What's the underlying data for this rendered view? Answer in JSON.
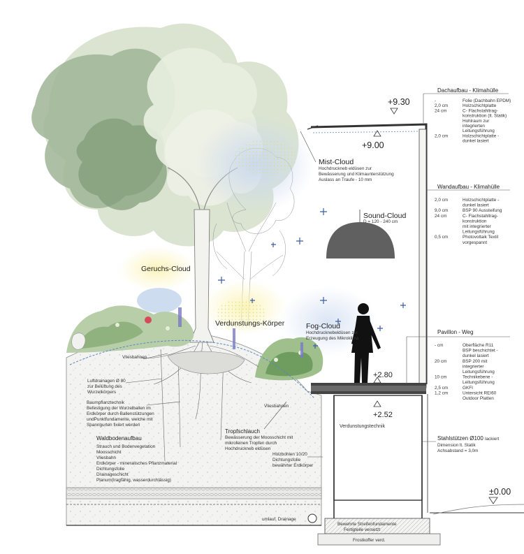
{
  "levels": {
    "roof_top": "+9.30",
    "roof_inner": "+9.00",
    "floor_top": "+2.80",
    "floor_under": "+2.52",
    "ground": "±0.00"
  },
  "clouds": {
    "mist": {
      "title": "Mist-Cloud",
      "lines": [
        "Hochdruckneb eldüsen zur",
        "Bewässerung und Klimaunterstützung",
        "Auslass an Traufe - 10 mm"
      ]
    },
    "sound": {
      "title": "Sound-Cloud",
      "sub": "D = 120 - 240 cm"
    },
    "geruch": {
      "title": "Geruchs-Cloud"
    },
    "verdunstung": {
      "title": "Verdunstungs-Körper"
    },
    "fog": {
      "title": "Fog-Cloud",
      "lines": [
        "Hochdrucknebeldüsen zur",
        "Erzeugung des Mikroklima"
      ]
    }
  },
  "roof": {
    "title": "Dachaufbau - Klimahülle",
    "rows": [
      {
        "size": "-",
        "text": "Folie (Dachbahn EPDM)"
      },
      {
        "size": "2,0  cm",
        "text": "Holzschichtplatte"
      },
      {
        "size": "24  cm",
        "text": "C- Flachstahltrag-"
      },
      {
        "size": "",
        "text": "konstruktion (lt. Statik)"
      },
      {
        "size": "",
        "text": "Hohlraum zur"
      },
      {
        "size": "",
        "text": "integrierten"
      },
      {
        "size": "",
        "text": "Leitungsführung"
      },
      {
        "size": "2,0  cm",
        "text": "Holzschichtplatte -"
      },
      {
        "size": "",
        "text": "dunkel lasiert"
      }
    ]
  },
  "wall": {
    "title": "Wandaufbau - Klimahülle",
    "rows": [
      {
        "size": "2,0  cm",
        "text": "Holzschichtplatte -"
      },
      {
        "size": "",
        "text": "dunkel lasiert"
      },
      {
        "size": "9,0  cm",
        "text": "BSP 90 Aussteifung"
      },
      {
        "size": "24  cm",
        "text": "C- Flachstahltrag-"
      },
      {
        "size": "",
        "text": "konstruktion"
      },
      {
        "size": "",
        "text": "mit integrierter"
      },
      {
        "size": "",
        "text": "Leitungsführung"
      },
      {
        "size": "0,5  cm",
        "text": "Photovoltaik Textil"
      },
      {
        "size": "",
        "text": "vorgespannt"
      }
    ]
  },
  "pavillon": {
    "title": "Pavillon - Weg",
    "rows": [
      {
        "size": "-  cm",
        "text": "Oberfläche R11"
      },
      {
        "size": "",
        "text": "BSP beschichtet -"
      },
      {
        "size": "",
        "text": "dunkel lasiert"
      },
      {
        "size": "20 cm",
        "text": "BSP 200 mit"
      },
      {
        "size": "",
        "text": "integrierter"
      },
      {
        "size": "",
        "text": "Leitungsführung"
      },
      {
        "size": "10 cm",
        "text": "Technikebene -"
      },
      {
        "size": "",
        "text": "Leitungsführung"
      },
      {
        "size": "2,5 cm",
        "text": "GKFI"
      },
      {
        "size": "1,2 cm",
        "text": "Untersicht REI60"
      },
      {
        "size": "",
        "text": "Outdoor Platten"
      }
    ]
  },
  "stahl": {
    "title": "Stahlstützen Ø100",
    "suffix": "lackiert",
    "lines": [
      "Dimension lt. Statik",
      "Achsabstand = 3,0m"
    ]
  },
  "verdunstungstechnik": "Verdunstungstechnik",
  "vliesbahnen_left": "Vliesbahnen",
  "vliesbahnen_right": "Vliesbahnen",
  "luftdrainage": [
    "Luftdrainagen Ø 80",
    "zur Belüftung des",
    "Wurzelkörpers"
  ],
  "baumpflanz": [
    "Baumpflanztechnik",
    "Befestigung der Wurzelballen im",
    "Erdkörper durch Ballenstützungen",
    "undPunktfundamente, welche mit",
    "Spanngurten fixiert werden"
  ],
  "tropfschlauch": {
    "title": "Tropfschlauch",
    "lines": [
      "Bewässerung der Moosschicht mit",
      "mikrofeinen Tropfen durch",
      "Hochdruckneb eldüsen"
    ]
  },
  "holzbohlen": [
    "Holzbohlen 10/20",
    "Dichtungsfolie",
    "bewährter Erdkörper"
  ],
  "wald": {
    "title": "Waldbodenaufbau",
    "lines": [
      "Strauch und Bodenvegetation",
      "Moosschicht",
      "Vliesbahn",
      "Erdkörper - mineralisches Pflanzmaterial",
      "Dichtungsfolie",
      "Drainageschicht",
      "Planum(tragfähig, wasserdurchlässig)"
    ]
  },
  "drainage": "umlauf. Drainage",
  "fundament": [
    "Bewehrte Streifenfundamente",
    "Fertigteile versetzt"
  ],
  "frost": "Frostkoffer verd."
}
